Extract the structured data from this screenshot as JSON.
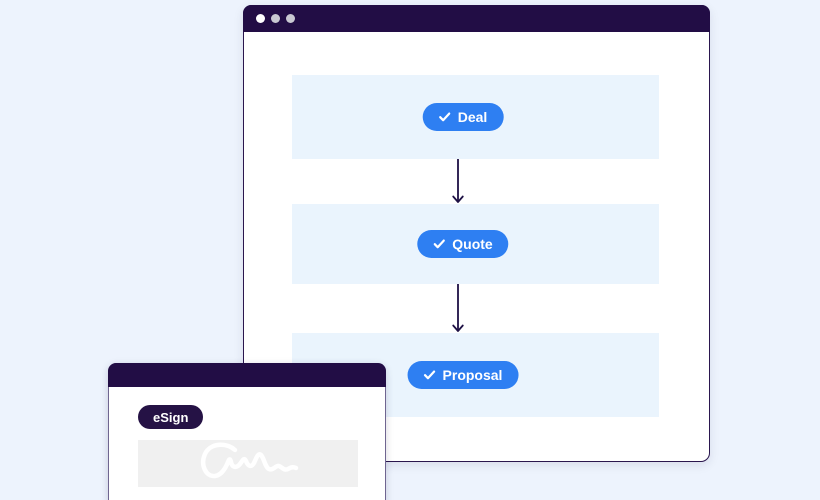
{
  "background_color": "#edf3fd",
  "colors": {
    "accent_blue": "#2e7ff2",
    "dark_navy": "#220d45",
    "band_blue": "#eaf4fd",
    "signature_box_gray": "#f0f0f0",
    "window_dot_colors": [
      "#ffffff",
      "#c9c8d2",
      "#c9c8d2"
    ]
  },
  "main_window": {
    "window_controls": [
      "window-dot",
      "window-dot",
      "window-dot"
    ],
    "steps": [
      {
        "label": "Deal",
        "icon": "check-icon"
      },
      {
        "label": "Quote",
        "icon": "check-icon"
      },
      {
        "label": "Proposal",
        "icon": "check-icon"
      }
    ],
    "connectors": [
      "arrow-down",
      "arrow-down"
    ]
  },
  "esign_window": {
    "badge_label": "eSign",
    "signature": "signature-scribble-icon"
  }
}
